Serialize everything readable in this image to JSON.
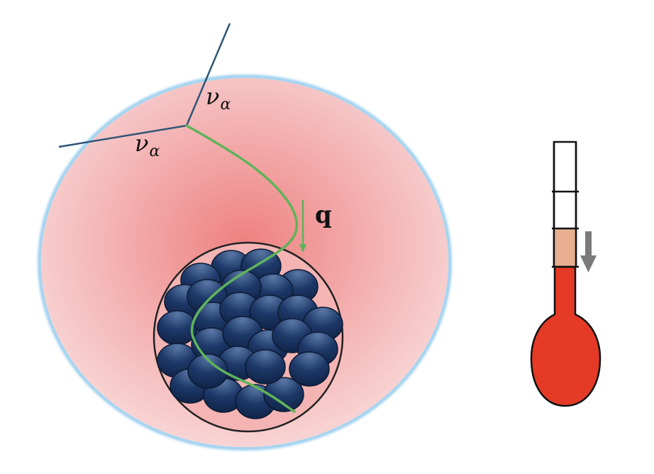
{
  "labels": {
    "nu_symbol": "ν",
    "nu_subscript": "α",
    "momentum_label": "q"
  },
  "colors": {
    "halo_center": "#ee8080",
    "halo_edge": "#f7cfcf",
    "halo_rim": "#9fd0ef",
    "neutrino_lines": "#2f5577",
    "path_line": "#5fb35a",
    "nucleon_dark": "#172f5c",
    "nucleon_light": "#4f6f9c",
    "thermometer_liquid": "#e43a26",
    "thermometer_level_band": "#e8b090",
    "arrow_gray": "#7a7a7a"
  },
  "thermometer": {
    "level_fraction": 0.28,
    "trend": "falling"
  }
}
